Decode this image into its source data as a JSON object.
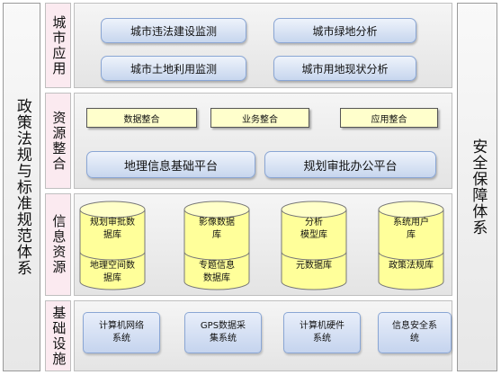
{
  "left_side": "政策法规与标准规范体系",
  "right_side": "安全保障体系",
  "layers": [
    {
      "label": "城市应用"
    },
    {
      "label": "资源整合"
    },
    {
      "label": "信息资源"
    },
    {
      "label": "基础设施"
    }
  ],
  "apps": [
    "城市违法建设监测",
    "城市绿地分析",
    "城市土地利用监测",
    "城市用地现状分析"
  ],
  "integration": {
    "small": [
      "数据整合",
      "业务整合",
      "应用整合"
    ],
    "platforms": [
      "地理信息基础平台",
      "规划审批办公平台"
    ]
  },
  "databases": [
    {
      "top": "规划审批数\n据库",
      "bottom": "地理空间数\n据库"
    },
    {
      "top": "影像数据\n库",
      "bottom": "专题信息\n数据库"
    },
    {
      "top": "分析\n模型库",
      "bottom": "元数据库"
    },
    {
      "top": "系统用户\n库",
      "bottom": "政策法规库"
    }
  ],
  "infrastructure": [
    "计算机网络\n系统",
    "GPS数据采\n集系统",
    "计算机硬件\n系统",
    "信息安全系\n统"
  ],
  "colors": {
    "layer_label_bg": "#fbeaf0",
    "button_blue": "#c7d6ee",
    "box_yellow": "#ffffcc",
    "cylinder_yellow": "#ffff9a"
  }
}
